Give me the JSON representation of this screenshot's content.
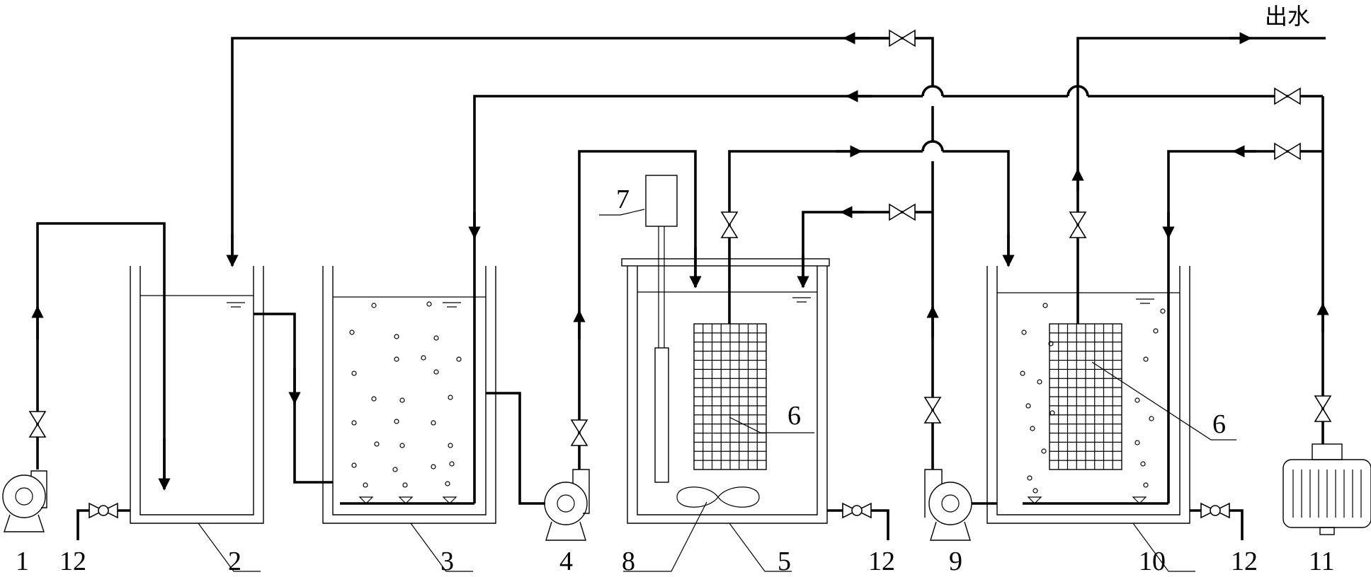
{
  "labels": {
    "n1": "1",
    "n2": "2",
    "n3": "3",
    "n4": "4",
    "n5": "5",
    "n6a": "6",
    "n6b": "6",
    "n7": "7",
    "n8": "8",
    "n9": "9",
    "n10": "10",
    "n11": "11",
    "n12a": "12",
    "n12b": "12",
    "n12c": "12",
    "outlet": "出水"
  }
}
